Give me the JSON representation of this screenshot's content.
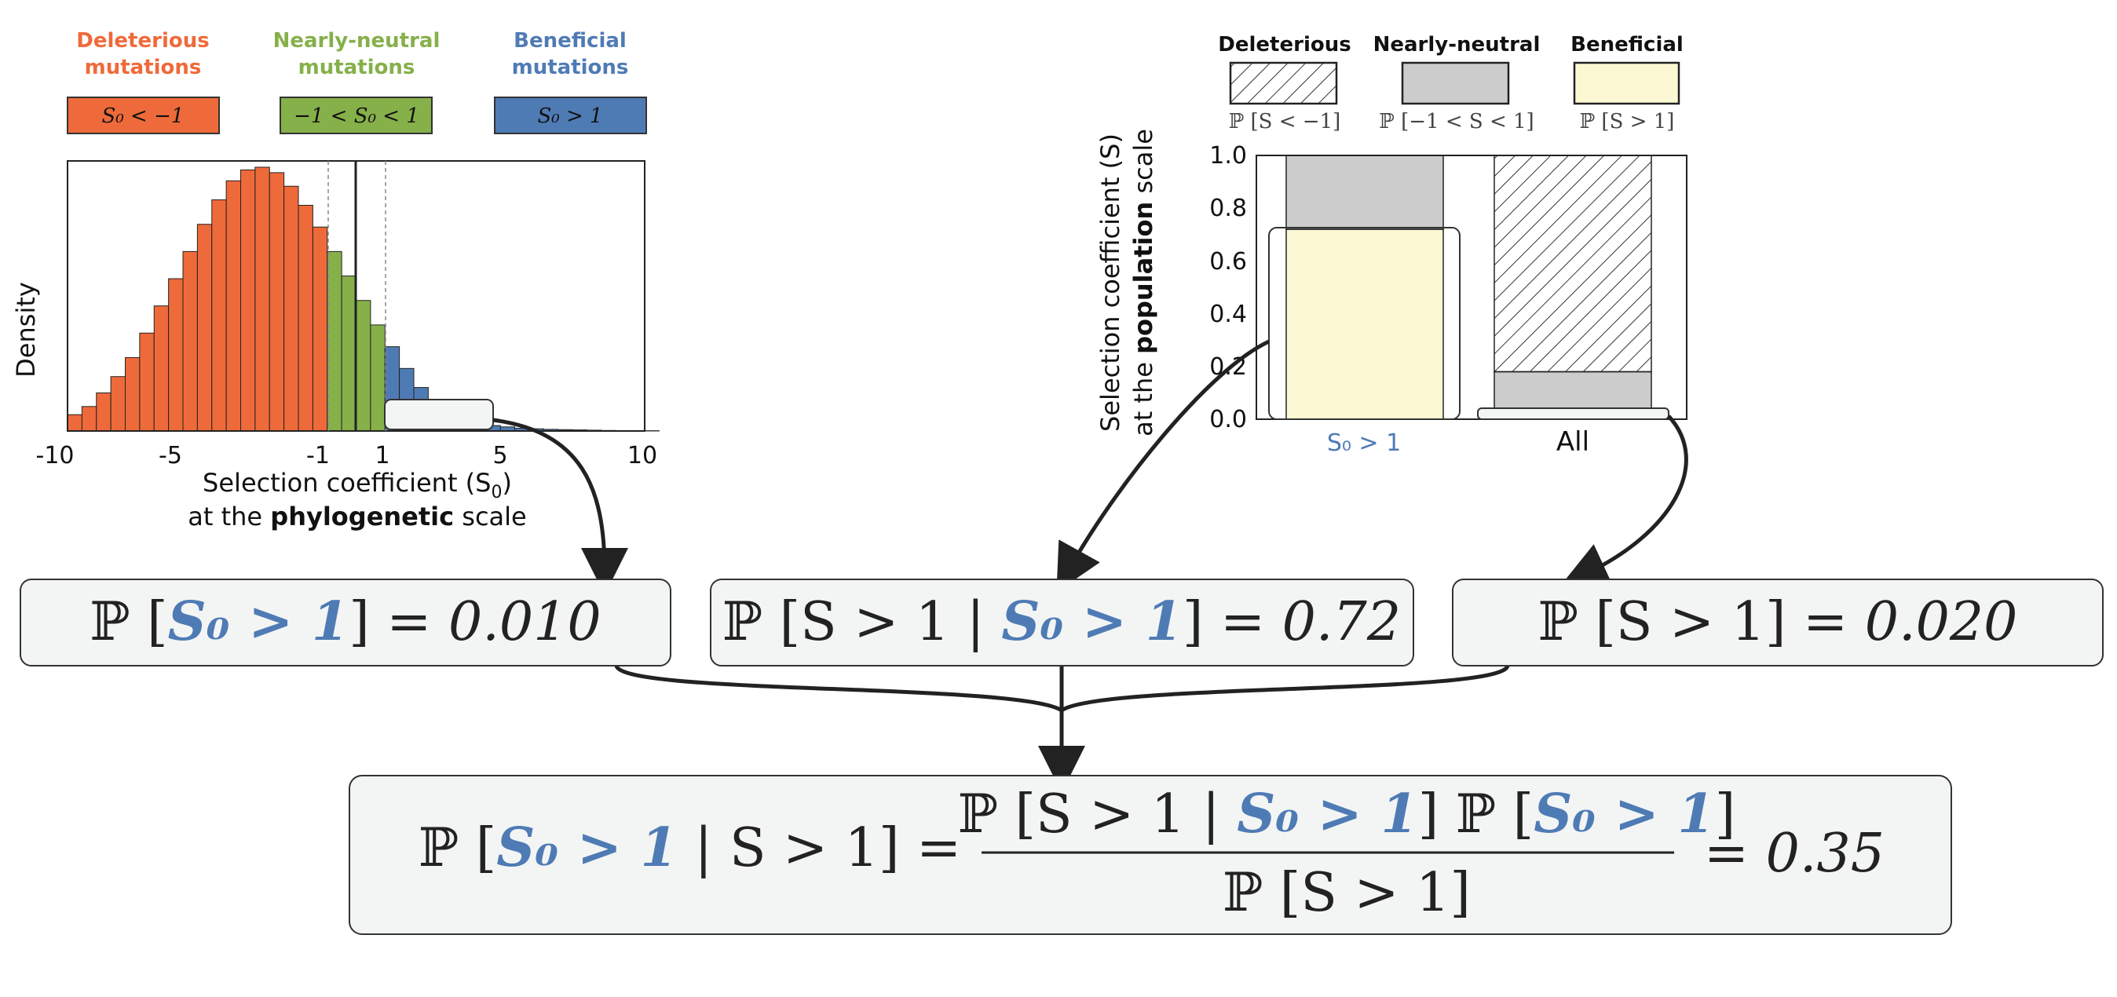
{
  "histogram": {
    "categories": [
      {
        "title_line1": "Deleterious",
        "title_line2": "mutations",
        "box_label": "S₀ < −1",
        "color": "#ef6a3a"
      },
      {
        "title_line1": "Nearly-neutral",
        "title_line2": "mutations",
        "box_label": "−1 < S₀ < 1",
        "color": "#86b04a"
      },
      {
        "title_line1": "Beneficial",
        "title_line2": "mutations",
        "box_label": "S₀ > 1",
        "color": "#4f7bb5"
      }
    ],
    "y_label": "Density",
    "x_ticks": [
      "-10",
      "-5",
      "-1",
      "1",
      "5",
      "10"
    ],
    "x_label_line1": "Selection coefficient (S",
    "x_label_sub": "0",
    "x_label_line1_end": ")",
    "x_label_line2_pre": "at the ",
    "x_label_line2_bold": "phylogenetic",
    "x_label_line2_post": " scale"
  },
  "chart_data": [
    {
      "type": "bar",
      "x": [
        -9.75,
        -9.25,
        -8.75,
        -8.25,
        -7.75,
        -7.25,
        -6.75,
        -6.25,
        -5.75,
        -5.25,
        -4.75,
        -4.25,
        -3.75,
        -3.25,
        -2.75,
        -2.25,
        -1.75,
        -1.25,
        -0.75,
        -0.25,
        0.25,
        0.75,
        1.25,
        1.75,
        2.25,
        2.75,
        3.25,
        3.75,
        4.25,
        4.75
      ],
      "values": [
        0.06,
        0.09,
        0.14,
        0.2,
        0.27,
        0.36,
        0.46,
        0.56,
        0.66,
        0.76,
        0.85,
        0.92,
        0.96,
        0.97,
        0.95,
        0.9,
        0.83,
        0.75,
        0.66,
        0.57,
        0.48,
        0.39,
        0.31,
        0.23,
        0.16,
        0.11,
        0.08,
        0.05,
        0.03,
        0.02,
        0.015,
        0.01,
        0.008,
        0.006,
        0.005,
        0.004,
        0.003,
        0.002,
        0.001,
        0.001,
        0.001
      ],
      "xlabel": "Selection coefficient (S0) at the phylogenetic scale",
      "ylabel": "Density",
      "xlim": [
        -10,
        10
      ],
      "grid": false
    },
    {
      "type": "bar",
      "stacked": true,
      "categories": [
        "S₀ > 1",
        "All"
      ],
      "series": [
        {
          "name": "Beneficial",
          "values": [
            0.72,
            0.02
          ]
        },
        {
          "name": "Nearly-neutral",
          "values": [
            0.28,
            0.16
          ]
        },
        {
          "name": "Deleterious",
          "values": [
            0.0,
            0.82
          ]
        }
      ],
      "ylim": [
        0,
        1.0
      ],
      "y_ticks": [
        "0.0",
        "0.2",
        "0.4",
        "0.6",
        "0.8",
        "1.0"
      ],
      "ylabel": "Selection coefficient (S) at the population scale",
      "legend_position": "top"
    }
  ],
  "barchart": {
    "legend": [
      {
        "title": "Deleterious",
        "label": "ℙ [S < −1]",
        "pattern": "hatch"
      },
      {
        "title": "Nearly-neutral",
        "label": "ℙ [−1 < S < 1]",
        "color": "#cccccc"
      },
      {
        "title": "Beneficial",
        "label": "ℙ [S > 1]",
        "color": "#fdf8d4"
      }
    ],
    "y_label_line1": "Selection coefficient (S)",
    "y_label_line2_pre": "at the ",
    "y_label_line2_bold": "population",
    "y_label_line2_post": " scale",
    "y_ticks": [
      "0.0",
      "0.2",
      "0.4",
      "0.6",
      "0.8",
      "1.0"
    ],
    "x_labels": [
      "S₀ > 1",
      "All"
    ]
  },
  "formulas": {
    "box1": {
      "pre": "ℙ [",
      "blue": "S₀ > 1",
      "post": "] = ",
      "value": "0.010"
    },
    "box2": {
      "pre": "ℙ [S > 1 | ",
      "blue": "S₀ > 1",
      "post": "] = ",
      "value": "0.72"
    },
    "box3": {
      "pre": "ℙ [S > 1] = ",
      "value": "0.020"
    },
    "final": {
      "lhs_pre": "ℙ [",
      "lhs_blue": "S₀ > 1",
      "lhs_post": " | S > 1]  =",
      "num_pre": "ℙ [S > 1 | ",
      "num_blue1": "S₀ > 1",
      "num_mid": "] ℙ [",
      "num_blue2": "S₀ > 1",
      "num_post": "]",
      "den": "ℙ [S > 1]",
      "result_eq": "= ",
      "result": "0.35"
    }
  },
  "colors": {
    "deleterious": "#ef6a3a",
    "neutral": "#86b04a",
    "beneficial": "#4f7bb5",
    "box_fill": "#f3f5f4",
    "neutral_gray": "#cccccc",
    "beneficial_yellow": "#fdf8d4"
  }
}
